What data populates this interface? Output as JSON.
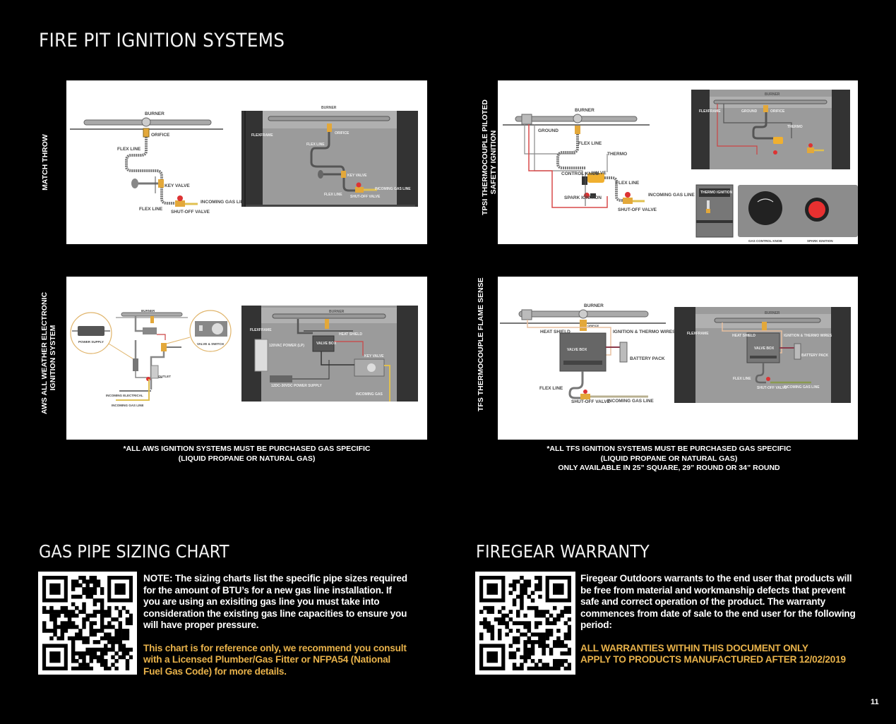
{
  "page": {
    "title": "FIRE PIT IGNITION SYSTEMS",
    "page_number": "11"
  },
  "systems": [
    {
      "label": "MATCH THROW",
      "diagram_labels": {
        "burner": "BURNER",
        "orifice": "ORIFICE",
        "flex_line_top": "FLEX LINE",
        "key_valve": "KEY VALVE",
        "flex_line_bottom": "FLEX LINE",
        "shutoff_valve": "SHUT-OFF VALVE",
        "incoming_gas_line": "INCOMING GAS LINE",
        "flexframe": "FLEXFRAME"
      }
    },
    {
      "label_line1": "TPSI THERMOCOUPLE PILOTED",
      "label_line2": "SAFETY IGNITION",
      "diagram_labels": {
        "burner": "BURNER",
        "ground": "GROUND",
        "flex_line": "FLEX LINE",
        "thermo": "THERMO",
        "control_knob": "CONTROL KNOB",
        "valve": "VALVE",
        "flex_line_2": "FLEX LINE",
        "spark_ignition": "SPARK IGNITION",
        "shutoff_valve": "SHUT-OFF VALVE",
        "incoming_gas_line": "INCOMING GAS LINE",
        "flexframe": "FLEXFRAME",
        "orifice": "ORIFICE",
        "thermo_ignition": "THERMO IGNITION",
        "gas_control_knob": "GAS CONTROL KNOB",
        "spark_ignition_button": "SPARK IGNITION"
      }
    },
    {
      "label_line1": "AWS ALL WEATHER ELECTRONIC",
      "label_line2": "IGNITION SYSTEM",
      "diagram_labels": {
        "burner": "BURNER",
        "power_supply": "POWER SUPPLY",
        "valve_switch": "VALVE & SWITCH",
        "key_valve": "KEY VALVE",
        "outlet": "OUTLET",
        "incoming_electrical": "INCOMING ELECTRICAL",
        "incoming_gas_line": "INCOMING GAS LINE",
        "flexframe": "FLEXFRAME",
        "heat_shield": "HEAT SHIELD",
        "power_120vac": "120VAC POWER (LP)",
        "valve_box": "VALVE BOX",
        "power_supply_12v": "12DC-30VDC POWER SUPPLY",
        "incoming_gas": "INCOMING GAS"
      },
      "note_line1": "*ALL AWS IGNITION SYSTEMS MUST BE PURCHASED GAS SPECIFIC",
      "note_line2": "(LIQUID PROPANE OR NATURAL GAS)"
    },
    {
      "label": "TFS THERMOCOUPLE FLAME SENSE",
      "diagram_labels": {
        "burner": "BURNER",
        "orifice": "ORIFICE",
        "heat_shield": "HEAT SHIELD",
        "ignition_thermo_wires": "IGNITION & THERMO WIRES",
        "valve_box": "VALVE BOX",
        "battery_pack": "BATTERY PACK",
        "flex_line": "FLEX LINE",
        "shutoff_valve": "SHUT-OFF VALVE",
        "incoming_gas_line": "INCOMING GAS LINE",
        "flexframe": "FLEXFRAME"
      },
      "note_line1": "*ALL TFS IGNITION SYSTEMS MUST BE PURCHASED GAS SPECIFIC",
      "note_line2": "(LIQUID PROPANE OR NATURAL GAS)",
      "note_line3": "ONLY AVAILABLE IN 25” SQUARE, 29” ROUND OR 34” ROUND"
    }
  ],
  "gas_pipe": {
    "title": "GAS PIPE SIZING CHART",
    "note": "NOTE:  The sizing charts list the specific pipe sizes required for the amount of BTU’s for a new gas line installation. If you are using an exisiting gas line you must take into consideration the existing gas line capacities to ensure you will have proper pressure.",
    "disclaimer": "This chart is for reference only, we recommend you consult with a Licensed Plumber/Gas Fitter or NFPA54 (National Fuel Gas Code) for more details."
  },
  "warranty": {
    "title": "FIREGEAR WARRANTY",
    "body": "Firegear Outdoors warrants to the end user that products will be free from material and workmanship defects that prevent safe and correct operation of the product. The warranty commences from date of sale to the end user for the following period:",
    "notice_line1": "ALL WARRANTIES WITHIN THIS DOCUMENT ONLY",
    "notice_line2": "APPLY TO PRODUCTS MANUFACTURED AFTER 12/02/2019"
  },
  "colors": {
    "background": "#000000",
    "accent_gold": "#e8b24a",
    "text": "#ffffff",
    "diagram_gray": "#8c8c8c",
    "brass": "#e3a83a",
    "red_wire": "#d94a4a"
  }
}
